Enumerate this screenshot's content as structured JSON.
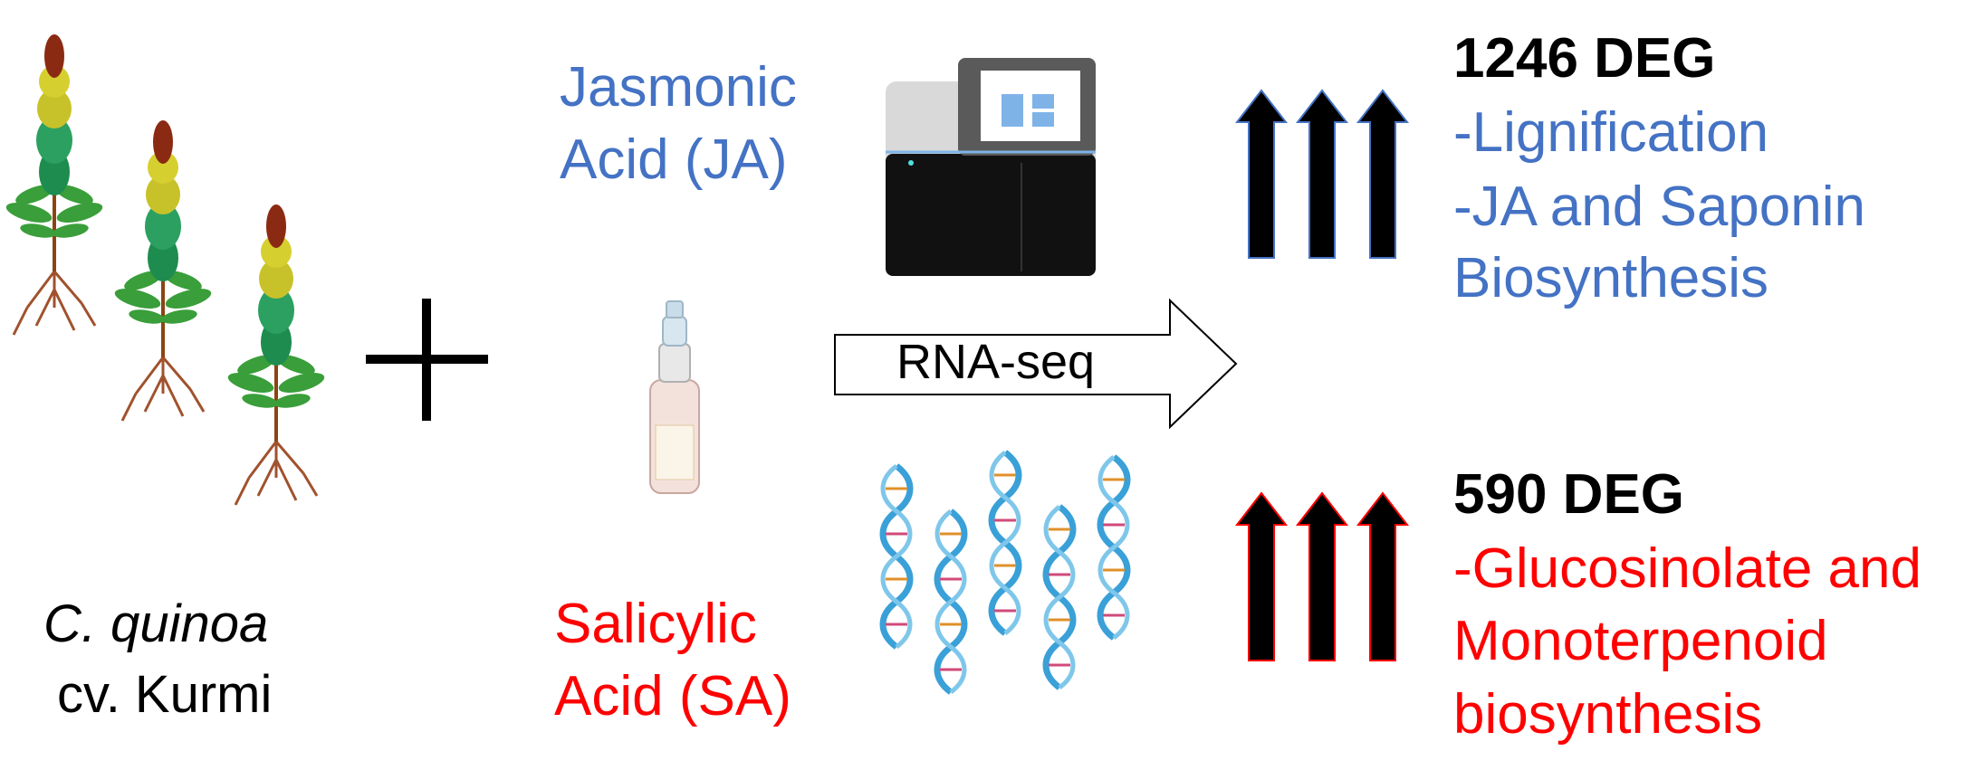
{
  "left": {
    "species": "C. quinoa",
    "cultivar": "cv. Kurmi"
  },
  "treatments": {
    "ja_line1": "Jasmonic",
    "ja_line2": "Acid (JA)",
    "sa_line1": "Salicylic",
    "sa_line2": "Acid (SA)"
  },
  "process": {
    "label": "RNA-seq"
  },
  "results": {
    "ja": {
      "count": "1246 DEG",
      "items": [
        "-Lignification",
        "-JA and Saponin",
        "Biosynthesis"
      ]
    },
    "sa": {
      "count": "590 DEG",
      "items": [
        "-Glucosinolate and",
        "Monoterpenoid",
        "biosynthesis"
      ]
    }
  },
  "colors": {
    "ja": "#4472C4",
    "sa": "#FF0000",
    "text": "#000000"
  },
  "icons": [
    "quinoa-plant-icon",
    "plus-icon",
    "sequencer-icon",
    "spray-bottle-icon",
    "dna-helix-icon",
    "arrow-right-icon",
    "up-arrow-icon"
  ]
}
